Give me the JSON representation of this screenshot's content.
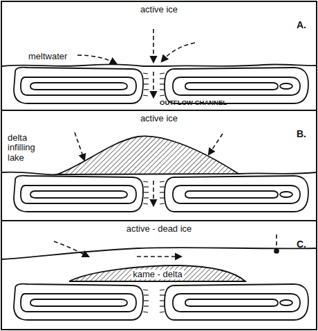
{
  "diagram": {
    "nodes": [
      {
        "text": [
          "active ice",
          "A.",
          "meltwater",
          "OUTFLOW CHANNEL"
        ]
      },
      {
        "text": [
          "active ice",
          "B.",
          "delta infilling lake"
        ]
      },
      {
        "text": [
          "active - dead ice",
          "C.",
          "kame - delta"
        ]
      }
    ]
  }
}
